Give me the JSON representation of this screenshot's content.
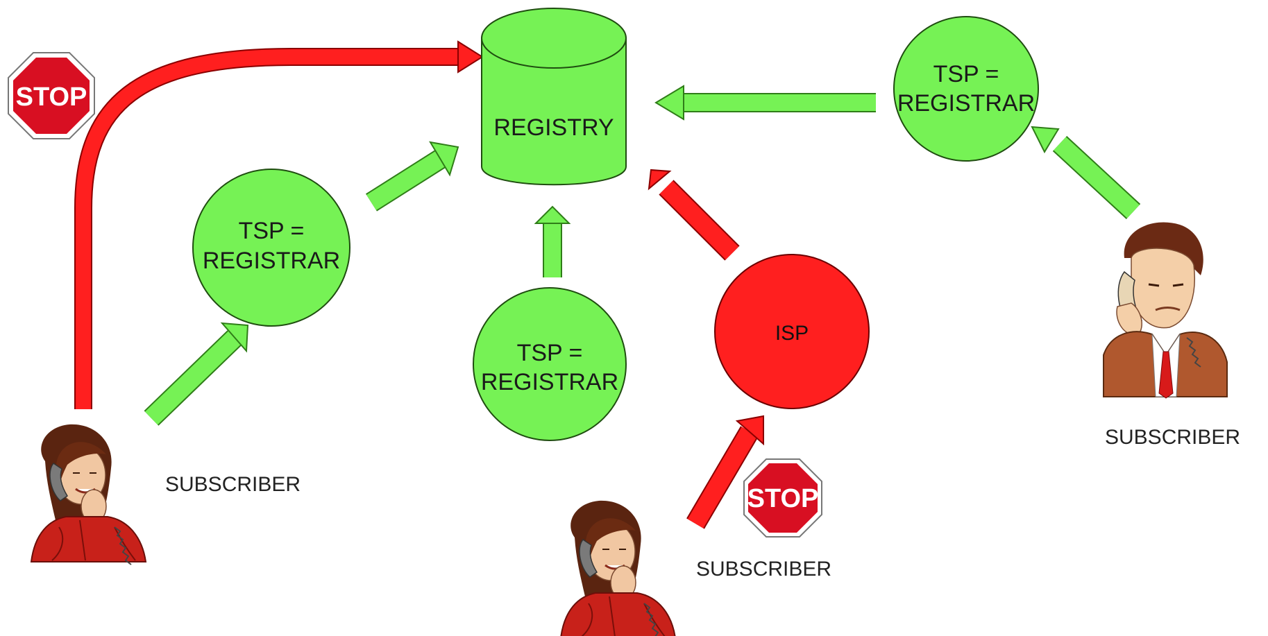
{
  "colors": {
    "allowed": "#76f255",
    "allowed_stroke": "#2f7d18",
    "blocked": "#ff1f1f",
    "blocked_stroke": "#8a0000",
    "stop_sign": "#d80f22"
  },
  "registry": {
    "label": "REGISTRY"
  },
  "nodes": {
    "tsp_left": {
      "line1": "TSP =",
      "line2": "REGISTRAR"
    },
    "tsp_center": {
      "line1": "TSP =",
      "line2": "REGISTRAR"
    },
    "tsp_right": {
      "line1": "TSP =",
      "line2": "REGISTRAR"
    },
    "isp": {
      "label": "ISP"
    }
  },
  "subscribers": {
    "left": {
      "label": "SUBSCRIBER",
      "icon": "woman-on-phone"
    },
    "bottom": {
      "label": "SUBSCRIBER",
      "icon": "woman-on-phone"
    },
    "right": {
      "label": "SUBSCRIBER",
      "icon": "man-on-phone"
    }
  },
  "stop_signs": {
    "left": {
      "text": "STOP"
    },
    "bottom": {
      "text": "STOP"
    }
  }
}
